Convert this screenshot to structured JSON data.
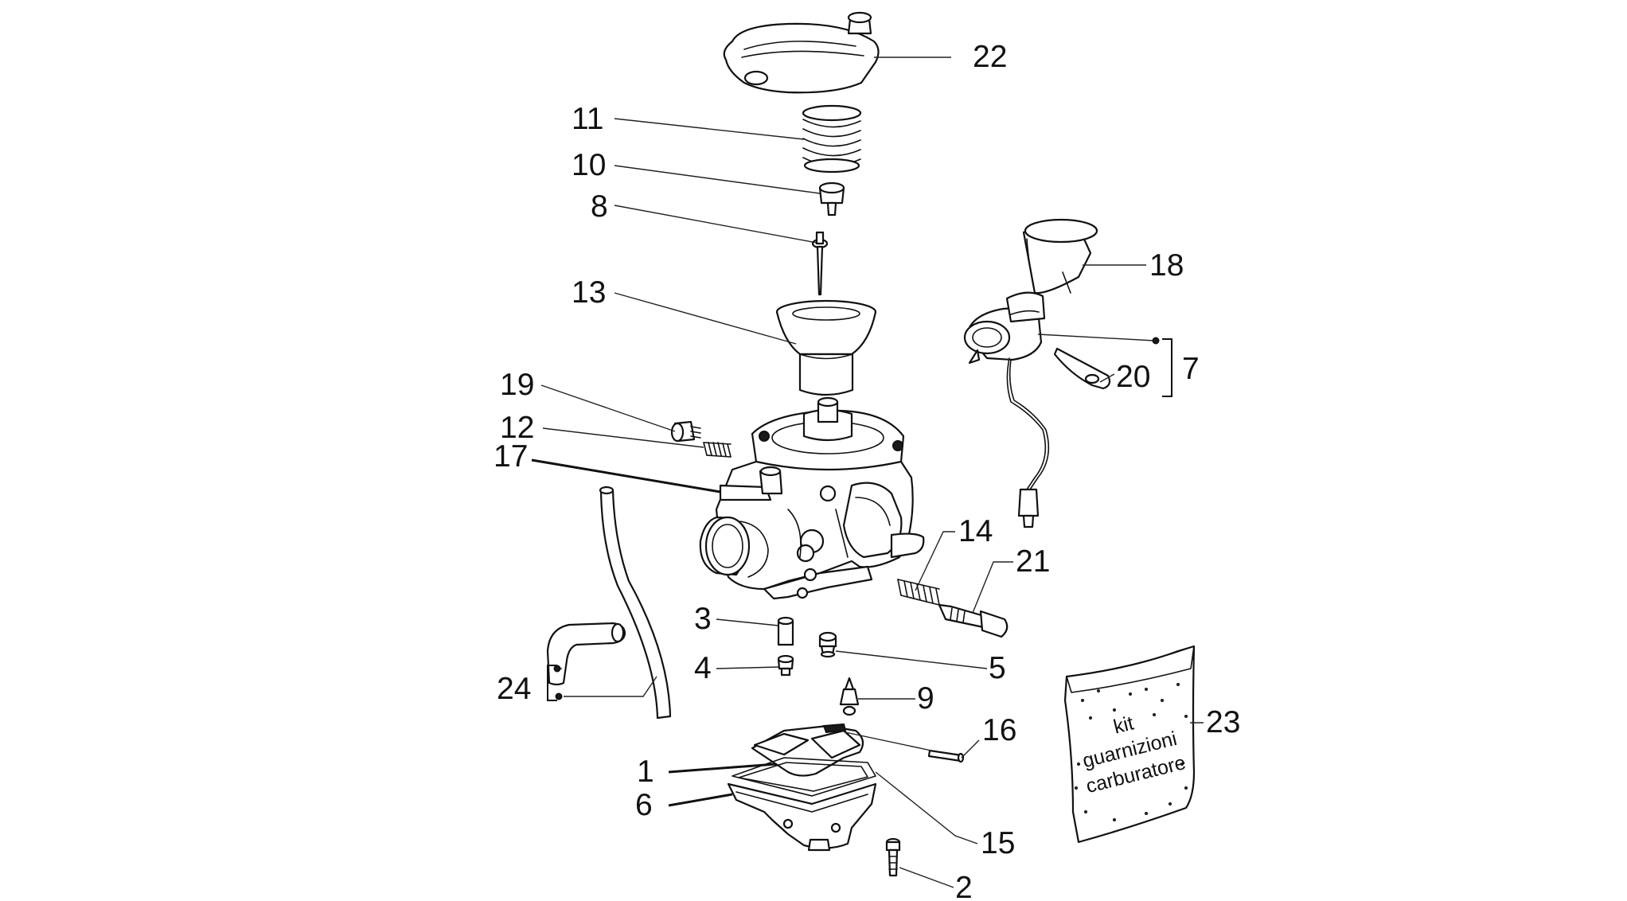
{
  "diagram": {
    "callouts": [
      {
        "id": "1",
        "label": "1"
      },
      {
        "id": "2",
        "label": "2"
      },
      {
        "id": "3",
        "label": "3"
      },
      {
        "id": "4",
        "label": "4"
      },
      {
        "id": "5",
        "label": "5"
      },
      {
        "id": "6",
        "label": "6"
      },
      {
        "id": "7",
        "label": "7"
      },
      {
        "id": "8",
        "label": "8"
      },
      {
        "id": "9",
        "label": "9"
      },
      {
        "id": "10",
        "label": "10"
      },
      {
        "id": "11",
        "label": "11"
      },
      {
        "id": "12",
        "label": "12"
      },
      {
        "id": "13",
        "label": "13"
      },
      {
        "id": "14",
        "label": "14"
      },
      {
        "id": "15",
        "label": "15"
      },
      {
        "id": "16",
        "label": "16"
      },
      {
        "id": "17",
        "label": "17"
      },
      {
        "id": "18",
        "label": "18"
      },
      {
        "id": "19",
        "label": "19"
      },
      {
        "id": "20",
        "label": "20"
      },
      {
        "id": "21",
        "label": "21"
      },
      {
        "id": "22",
        "label": "22"
      },
      {
        "id": "23",
        "label": "23"
      },
      {
        "id": "24",
        "label": "24"
      }
    ],
    "kit_bag": {
      "line1": "kit",
      "line2": "guarnizioni",
      "line3": "carburatore"
    }
  }
}
